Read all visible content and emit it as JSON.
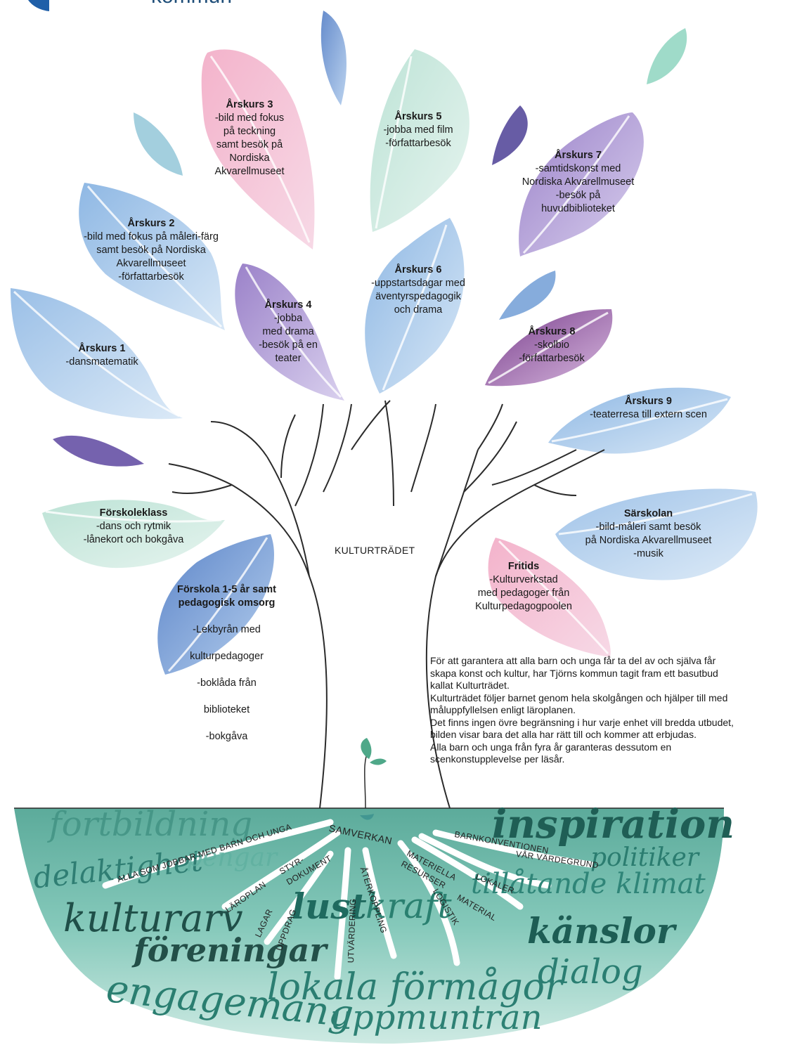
{
  "header": {
    "logo_text": "kommun"
  },
  "tree_title": "KULTURTRÄDET",
  "leaves": [
    {
      "id": "ak3",
      "title": "Årskurs 3",
      "lines": [
        "-bild med fokus",
        "på teckning",
        "samt besök på",
        "Nordiska",
        "Akvarellmuseet"
      ]
    },
    {
      "id": "ak5",
      "title": "Årskurs 5",
      "lines": [
        "-jobba med film",
        "-författarbesök"
      ]
    },
    {
      "id": "ak7",
      "title": "Årskurs 7",
      "lines": [
        "-samtidskonst med",
        "Nordiska Akvarellmuseet",
        "-besök på",
        "huvudbiblioteket"
      ]
    },
    {
      "id": "ak2",
      "title": "Årskurs 2",
      "lines": [
        "-bild med fokus på måleri-färg",
        "samt besök på Nordiska",
        "Akvarellmuseet",
        "-författarbesök"
      ]
    },
    {
      "id": "ak6",
      "title": "Årskurs 6",
      "lines": [
        "-uppstartsdagar med",
        "äventyrspedagogik",
        "och drama"
      ]
    },
    {
      "id": "ak4",
      "title": "Årskurs 4",
      "lines": [
        "-jobba",
        "med drama",
        "-besök på en",
        "teater"
      ]
    },
    {
      "id": "ak1",
      "title": "Årskurs 1",
      "lines": [
        "-dansmatematik"
      ]
    },
    {
      "id": "ak8",
      "title": "Årskurs 8",
      "lines": [
        "-skolbio",
        "-författarbesök"
      ]
    },
    {
      "id": "ak9",
      "title": "Årskurs 9",
      "lines": [
        "-teaterresa till extern scen"
      ]
    },
    {
      "id": "fk",
      "title": "Förskoleklass",
      "lines": [
        "-dans och rytmik",
        "-lånekort och bokgåva"
      ]
    },
    {
      "id": "sar",
      "title": "Särskolan",
      "lines": [
        "-bild-måleri samt besök",
        "på Nordiska Akvarellmuseet",
        "-musik"
      ]
    },
    {
      "id": "fri",
      "title": "Fritids",
      "lines": [
        "-Kulturverkstad",
        "med pedagoger från",
        "Kulturpedagogpoolen"
      ]
    },
    {
      "id": "fsk",
      "title": "Förskola 1-5 år samt\npedagogisk omsorg",
      "lines": [
        "-Lekbyrån med",
        "kulturpedagoger",
        "-boklåda från",
        "biblioteket",
        "-bokgåva"
      ]
    }
  ],
  "description": [
    "För att garantera att alla barn och unga får ta del av och själva får",
    "skapa konst och kultur, har Tjörns kommun tagit fram ett basutbud",
    "kallat Kulturträdet.",
    "Kulturträdet följer barnet genom hela skolgången och hjälper till med",
    "måluppfyllelsen enligt läroplanen.",
    "Det finns ingen övre begränsning i hur varje enhet vill bredda utbudet,",
    "bilden visar bara det alla har rätt till och kommer att erbjudas.",
    "Alla barn och unga från fyra år garanteras dessutom en",
    "scenkonstupplevelse per läsår."
  ],
  "roots": {
    "center": "SAMVERKAN",
    "labels": [
      "ALLA SOM JOBBAR MED BARN OCH UNGA",
      "LÄROPLAN",
      "STYR-",
      "DOKUMENT",
      "LAGAR",
      "UPPDRAG",
      "UTVÄRDERING",
      "ÅTERKOPPLING",
      "MATERIELLA",
      "RESURSER",
      "LOGISTIK",
      "LOKALER",
      "MATERIAL",
      "BARNKONVENTIONEN",
      "VÅR VÄRDEGRUND"
    ]
  },
  "ground_words": [
    "fortbildning",
    "inspiration",
    "delaktighet",
    "pengar",
    "politiker",
    "tillåtande klimat",
    "kulturarv",
    "lust",
    "kraft",
    "känslor",
    "föreningar",
    "engagemang",
    "lokala förmågor",
    "dialog",
    "uppmuntran"
  ],
  "colors": {
    "pink": "#e79ab8",
    "blue": "#6fa2d6",
    "teal": "#66bfa8",
    "purple": "#8a6ab8",
    "ground": "#5cb39e"
  }
}
